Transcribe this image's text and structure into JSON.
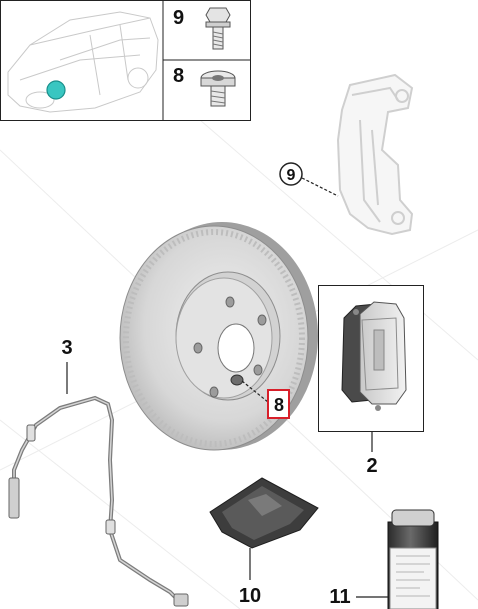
{
  "thumbnails": [
    {
      "number": "9",
      "part": "bolt"
    },
    {
      "number": "8",
      "part": "screw"
    }
  ],
  "callouts": [
    {
      "id": "9",
      "part": "brake-caliper-carrier"
    },
    {
      "id": "8",
      "part": "disc-screw",
      "highlighted": true
    },
    {
      "id": "3",
      "part": "brake-pad-wear-sensor"
    },
    {
      "id": "2",
      "part": "brake-pads-set"
    },
    {
      "id": "10",
      "part": "grease"
    },
    {
      "id": "11",
      "part": "brake-cleaner-spray"
    }
  ],
  "colors": {
    "location_dot": "#39c6c1",
    "highlight_box": "#d81f2a",
    "line": "#222222",
    "ghost_part": "#d9d9d9"
  }
}
